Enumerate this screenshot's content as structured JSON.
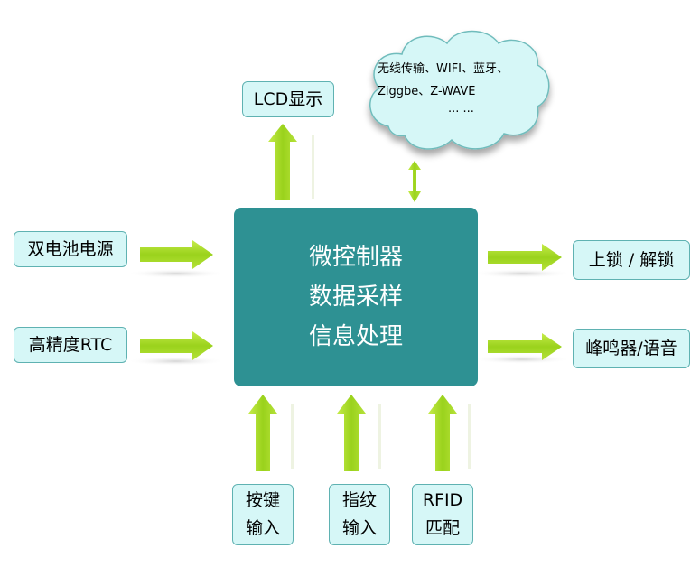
{
  "center": {
    "line1": "微控制器",
    "line2": "数据采样",
    "line3": "信息处理"
  },
  "boxes": {
    "lcd": "LCD显示",
    "battery": "双电池电源",
    "rtc": "高精度RTC",
    "lock": "上锁 / 解锁",
    "buzzer": "峰鸣器/语音",
    "keypad_1": "按键",
    "keypad_2": "输入",
    "finger_1": "指纹",
    "finger_2": "输入",
    "rfid_1": "RFID",
    "rfid_2": "匹配"
  },
  "cloud": {
    "line1": "无线传输、WIFI、蓝牙、",
    "line2": "Ziggbe、Z-WAVE",
    "line3": "... ..."
  },
  "colors": {
    "core": "#2e9193",
    "box_fill": "#d6f7f7",
    "box_border": "#5fb2b2",
    "arrow": "#9ad21c",
    "arrow_light": "#d6f27a"
  }
}
